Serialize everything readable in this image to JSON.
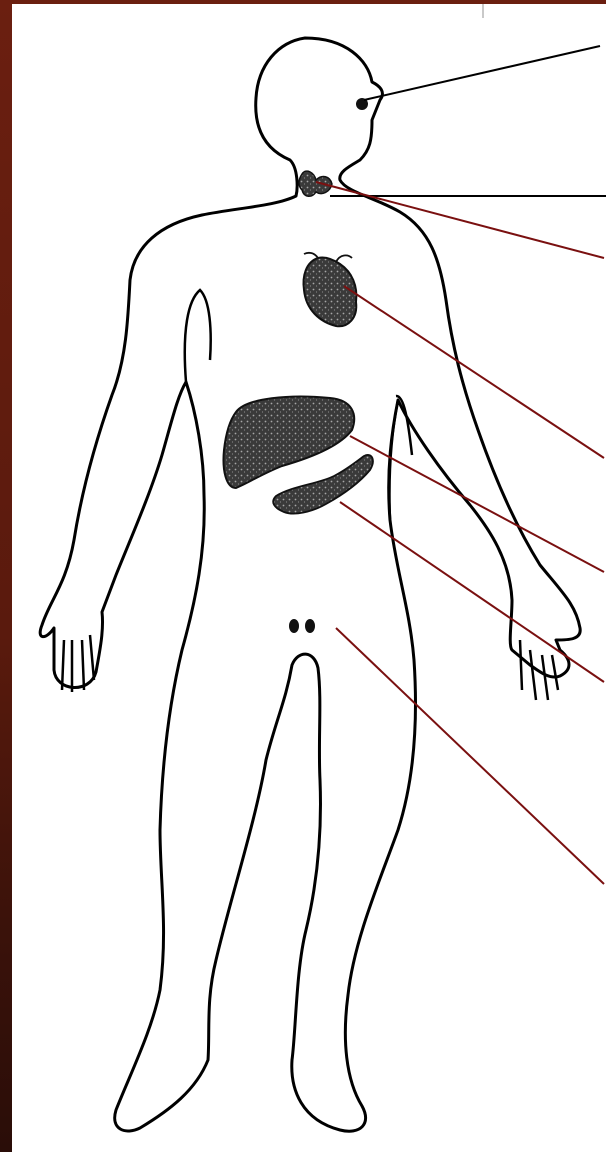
{
  "diagram": {
    "subject": "human-body-outline",
    "organs": [
      {
        "id": "pineal",
        "icon": "pineal-gland-icon"
      },
      {
        "id": "thyroid",
        "icon": "thyroid-gland-icon"
      },
      {
        "id": "parathyroid",
        "icon": "parathyroid-gland-icon"
      },
      {
        "id": "heart",
        "icon": "heart-icon"
      },
      {
        "id": "liver",
        "icon": "liver-icon"
      },
      {
        "id": "pancreas",
        "icon": "pancreas-icon"
      },
      {
        "id": "gonads",
        "icon": "gonads-icon"
      }
    ],
    "leader_lines": [
      {
        "target": "pineal",
        "color": "#000000"
      },
      {
        "target": "thyroid",
        "color": "#000000"
      },
      {
        "target": "parathyroid",
        "color": "#7a1010"
      },
      {
        "target": "heart",
        "color": "#7a1010"
      },
      {
        "target": "liver",
        "color": "#7a1010"
      },
      {
        "target": "pancreas",
        "color": "#7a1010"
      },
      {
        "target": "gonads",
        "color": "#7a1010"
      }
    ]
  },
  "colors": {
    "frame": "#6b1f10",
    "outline": "#000000",
    "organ_fill": "#2b2b2b",
    "leader_dark_red": "#7a1010",
    "background": "#ffffff"
  }
}
